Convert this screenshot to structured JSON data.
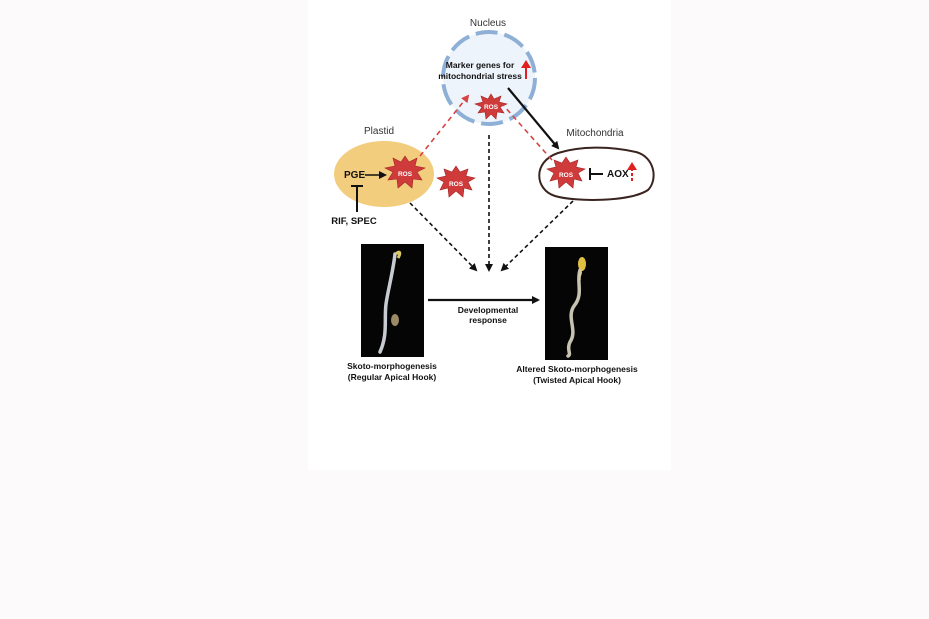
{
  "labels": {
    "nucleus": "Nucleus",
    "plastid": "Plastid",
    "mitochondria": "Mitochondria",
    "marker_line1": "Marker genes for",
    "marker_line2": "mitochondrial stress",
    "ros": "ROS",
    "pge": "PGE",
    "aox": "AOX",
    "inhibitors": "RIF, SPEC",
    "response_line1": "Developmental",
    "response_line2": "response",
    "left_caption_line1": "Skoto-morphogenesis",
    "left_caption_line2": "(Regular Apical Hook)",
    "right_caption_line1": "Altered Skoto-morphogenesis",
    "right_caption_line2": "(Twisted Apical Hook)"
  },
  "colors": {
    "nucleus_border": "#8fb0d6",
    "nucleus_fill": "#eef4fb",
    "plastid_fill": "#f3cd7e",
    "mito_border": "#3a2420",
    "ros_fill": "#cf3b3b",
    "red_dash": "#d64545",
    "arrow": "#111111"
  }
}
